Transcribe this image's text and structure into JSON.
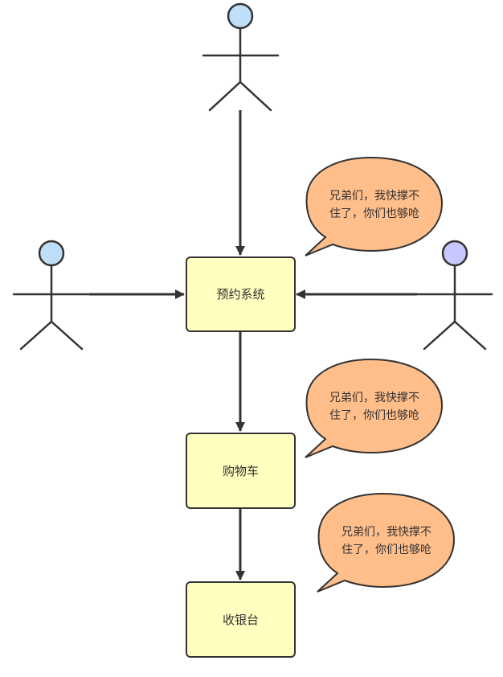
{
  "colors": {
    "box_fill": "#FFFFC0",
    "box_stroke": "#333333",
    "bubble_fill": "#FFBE8A",
    "bubble_stroke": "#333333",
    "actor_head_blue": "#BFDEF8",
    "actor_head_purple": "#C8C8FF",
    "line": "#333333"
  },
  "boxes": {
    "reservation": "预约系统",
    "cart": "购物车",
    "checkout": "收银台"
  },
  "bubbles": {
    "b1": {
      "line1": "兄弟们，我快撑不",
      "line2": "住了，你们也够呛"
    },
    "b2": {
      "line1": "兄弟们，我快撑不",
      "line2": "住了，你们也够呛"
    },
    "b3": {
      "line1": "兄弟们，我快撑不",
      "line2": "住了，你们也够呛"
    }
  },
  "actors": [
    "actor-top",
    "actor-left",
    "actor-right"
  ]
}
